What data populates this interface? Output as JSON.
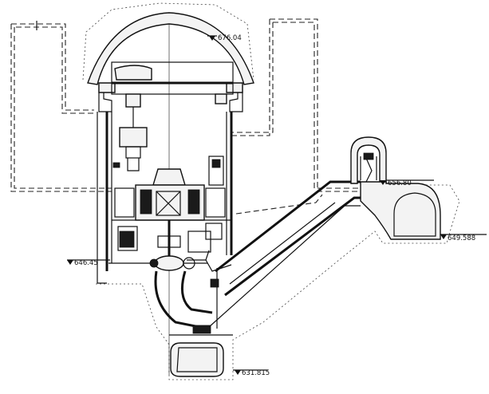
{
  "elevations": {
    "crane_top": "676.04",
    "surge_chamber": "656.80",
    "tailrace_tunnel": "649.588",
    "turbine_axis": "646.45",
    "draft_bottom": "631.815"
  }
}
